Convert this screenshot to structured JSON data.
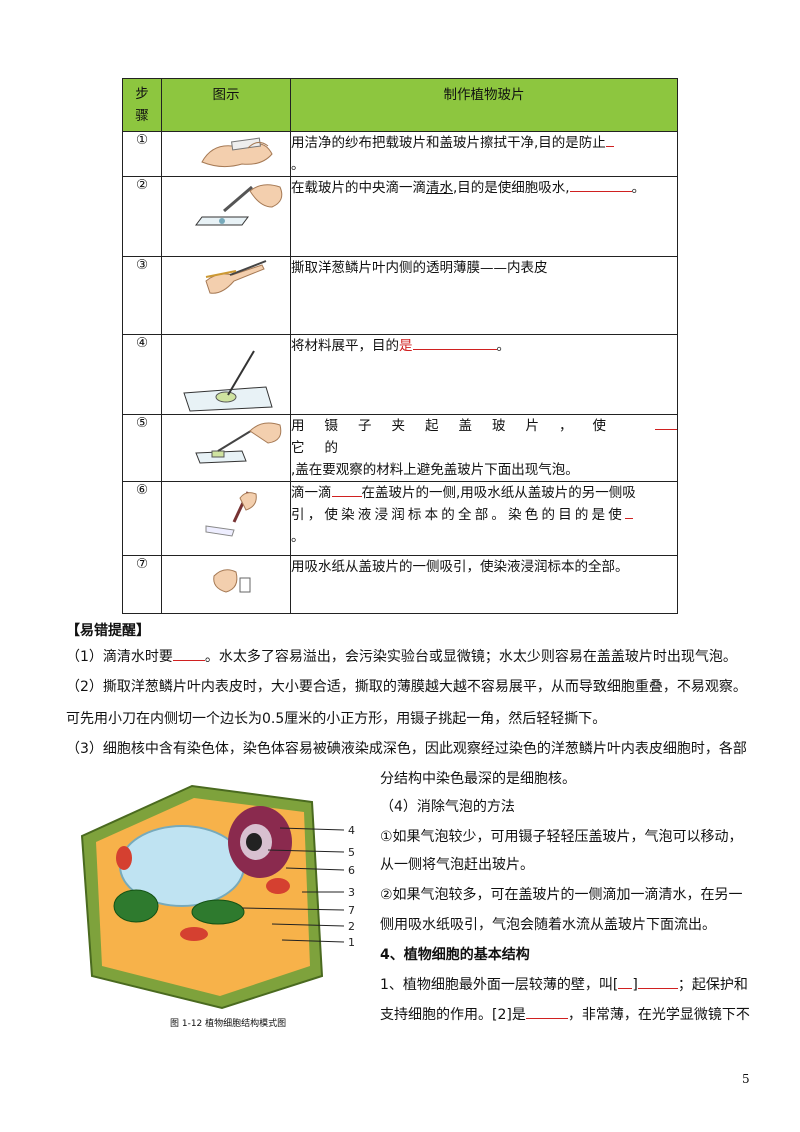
{
  "table": {
    "headers": [
      "步骤",
      "图示",
      "制作植物玻片"
    ],
    "rows": [
      {
        "num": "①",
        "text1": "用洁净的纱布把载玻片和盖玻片擦拭干净,目的是防止",
        "text2": "。"
      },
      {
        "num": "②",
        "text1": "在载玻片的中央滴一滴",
        "text_ul": "清水",
        "text2": ",目的是使细胞吸水,",
        "text3": "。"
      },
      {
        "num": "③",
        "text1": "撕取洋葱鳞片叶内侧的透明薄膜——内表皮"
      },
      {
        "num": "④",
        "text1": "将材料展平，目的",
        "text_red": "是",
        "text2": "。"
      },
      {
        "num": "⑤",
        "text1": "用镊子夹起盖玻片，使它的",
        "text2": ",盖在要观察的材料上避免盖玻片下面出现气泡。"
      },
      {
        "num": "⑥",
        "text1": "滴一滴",
        "text2": "在盖玻片的一侧,用吸水纸从盖玻片的另一侧吸",
        "text3": "引，使染液浸润标本的全部。染色的目的是使",
        "text4": "。"
      },
      {
        "num": "⑦",
        "text1": "用吸水纸从盖玻片的一侧吸引，使染液浸润标本的全部。"
      }
    ]
  },
  "tips": {
    "title": "【易错提醒】",
    "line1a": "（1）滴清水时要",
    "line1b": "。水太多了容易溢出，会污染实验台或显微镜；水太少则容易在盖盖玻片时出现气泡。",
    "line2": "（2）撕取洋葱鳞片叶内表皮时，大小要合适，撕取的薄膜越大越不容易展平，从而导致细胞重叠，不易观察。",
    "line3": "可先用小刀在内侧切一个边长为0.5厘米的小正方形，用镊子挑起一角，然后轻轻撕下。",
    "line4": "（3）细胞核中含有染色体，染色体容易被碘液染成深色，因此观察经过染色的洋葱鳞片叶内表皮细胞时，各部",
    "line5": "分结构中染色最深的是细胞核。",
    "line6": "（4）消除气泡的方法",
    "line7": "①如果气泡较少，可用镊子轻轻压盖玻片，气泡可以移动，",
    "line8": "从一侧将气泡赶出玻片。",
    "line9": "②如果气泡较多，可在盖玻片的一侧滴加一滴清水，在另一",
    "line10": "侧用吸水纸吸引，气泡会随着水流从盖玻片下面流出。"
  },
  "section4": {
    "title": "4、植物细胞的基本结构",
    "line1a": "1、植物细胞最外面一层较薄的壁，叫[",
    "line1b": "]",
    "line1c": "；起保护和",
    "line2a": "支持细胞的作用。[2]是",
    "line2b": "，非常薄，在光学显微镜下不"
  },
  "figure": {
    "caption": "图 1-12   植物细胞结构模式图",
    "labels": [
      "4",
      "5",
      "6",
      "3",
      "7",
      "2",
      "1"
    ]
  },
  "page_number": "5"
}
